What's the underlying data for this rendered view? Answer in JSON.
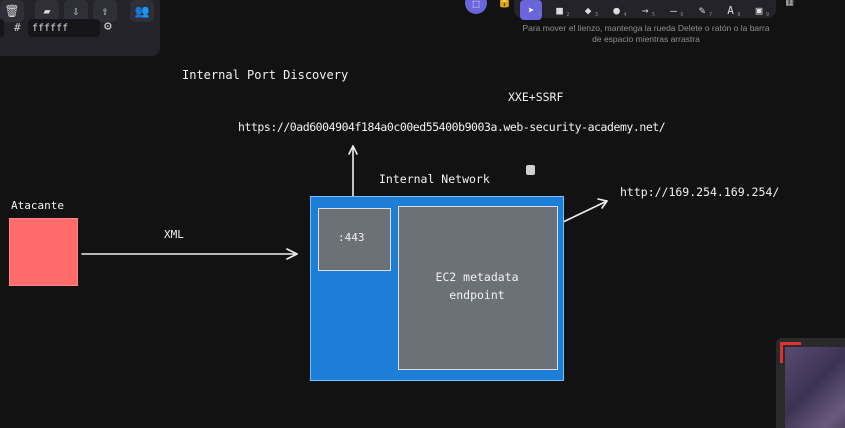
{
  "left_panel": {
    "color_hash": "#",
    "color_value": "ffffff"
  },
  "toolbar": {
    "tools": [
      {
        "name": "select",
        "glyph": "➤",
        "num": "1"
      },
      {
        "name": "rectangle",
        "glyph": "■",
        "num": "2"
      },
      {
        "name": "diamond",
        "glyph": "◆",
        "num": "3"
      },
      {
        "name": "ellipse",
        "glyph": "●",
        "num": "4"
      },
      {
        "name": "arrow",
        "glyph": "→",
        "num": "5"
      },
      {
        "name": "line",
        "glyph": "—",
        "num": "6"
      },
      {
        "name": "draw",
        "glyph": "✎",
        "num": "7"
      },
      {
        "name": "text",
        "glyph": "A",
        "num": "8"
      },
      {
        "name": "image",
        "glyph": "▣",
        "num": "9"
      }
    ],
    "hint": "Para mover el lienzo, mantenga la rueda Delete o ratón o la barra de espacio mientras arrastra"
  },
  "diagram": {
    "title": "Internal Port Discovery",
    "technique": "XXE+SSRF",
    "target_url": "https://0ad6004904f184a0c00ed55400b9003a.web-security-academy.net/",
    "attacker_label": "Atacante",
    "payload_label": "XML",
    "network_label": "Internal Network",
    "port_label": ":443",
    "ec2_label_line1": "EC2 metadata",
    "ec2_label_line2": "endpoint",
    "metadata_url": "http://169.254.169.254/"
  },
  "colors": {
    "canvas_bg": "#121212",
    "attacker": "#ff6b6b",
    "network": "#1c7ed6",
    "box_gray": "#6c7077",
    "accent": "#6965db"
  }
}
